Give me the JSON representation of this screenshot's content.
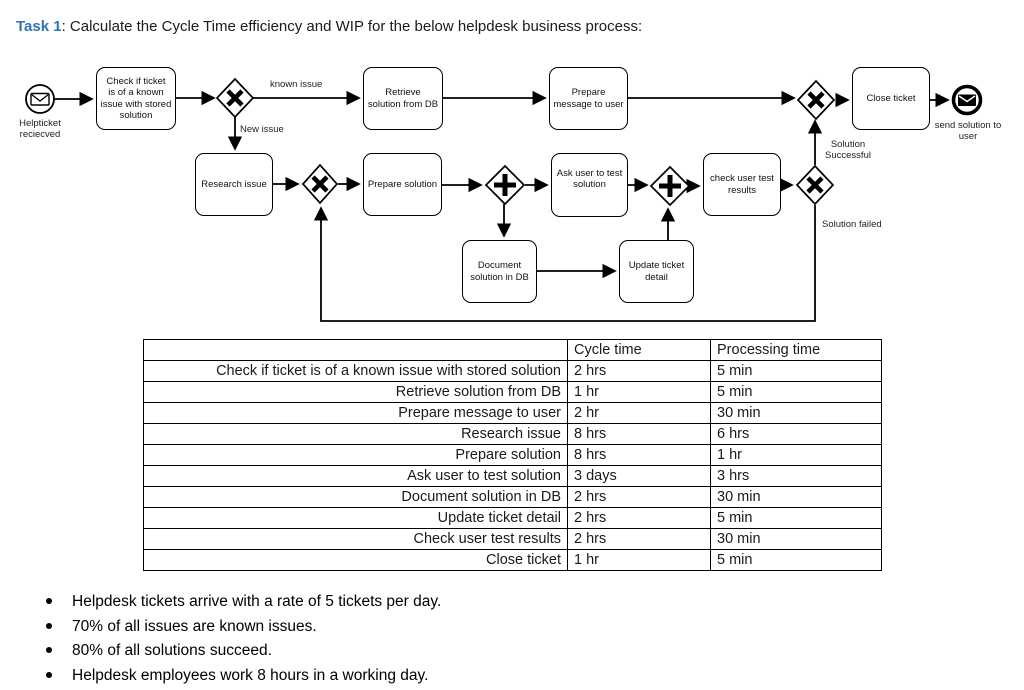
{
  "title": {
    "label": "Task 1",
    "text": ": Calculate the Cycle Time efficiency and WIP for the below helpdesk business process:"
  },
  "colors": {
    "accent_blue": "#2E75B6",
    "diagram_line": "#000000"
  },
  "diagram": {
    "start_event": {
      "label": "Helpticket\nreciecved",
      "icon": "message-envelope"
    },
    "end_event": {
      "label": "send solution to\nuser",
      "icon": "message-envelope-filled"
    },
    "tasks": [
      {
        "label": "Check if ticket\nis of a known\nissue with stored\nsolution"
      },
      {
        "label": "Retrieve\nsolution from DB"
      },
      {
        "label": "Prepare\nmessage to user"
      },
      {
        "label": "Close ticket"
      },
      {
        "label": "Research issue"
      },
      {
        "label": "Prepare solution"
      },
      {
        "label": "Ask user to test\nsolution"
      },
      {
        "label": "check user test\nresults"
      },
      {
        "label": "Document\nsolution in DB"
      },
      {
        "label": "Update ticket\ndetail"
      }
    ],
    "edge_labels": {
      "known_issue": "known issue",
      "new_issue": "New issue",
      "solution_successful": "Solution\nSuccessful",
      "solution_failed": "Solution failed"
    },
    "gateways": [
      {
        "name": "xor-gateway-known-issue",
        "type": "exclusive"
      },
      {
        "name": "xor-gateway-merge-research",
        "type": "exclusive"
      },
      {
        "name": "parallel-gateway-split",
        "type": "parallel"
      },
      {
        "name": "parallel-gateway-join",
        "type": "parallel"
      },
      {
        "name": "xor-gateway-solution-check",
        "type": "exclusive"
      },
      {
        "name": "xor-gateway-merge-close",
        "type": "exclusive"
      }
    ]
  },
  "table": {
    "headers": [
      "",
      "Cycle time",
      "Processing time"
    ],
    "rows": [
      {
        "task": "Check if ticket is of a known issue with stored solution",
        "cycle": "2 hrs",
        "processing": "5 min"
      },
      {
        "task": "Retrieve solution from DB",
        "cycle": "1 hr",
        "processing": "5 min"
      },
      {
        "task": "Prepare message to user",
        "cycle": "2 hr",
        "processing": "30 min"
      },
      {
        "task": "Research issue",
        "cycle": "8 hrs",
        "processing": "6 hrs"
      },
      {
        "task": "Prepare solution",
        "cycle": "8 hrs",
        "processing": "1 hr"
      },
      {
        "task": "Ask user to test solution",
        "cycle": "3 days",
        "processing": "3 hrs"
      },
      {
        "task": "Document solution in DB",
        "cycle": "2 hrs",
        "processing": "30 min"
      },
      {
        "task": "Update ticket detail",
        "cycle": "2 hrs",
        "processing": "5 min"
      },
      {
        "task": "Check user test results",
        "cycle": "2 hrs",
        "processing": "30 min"
      },
      {
        "task": "Close ticket",
        "cycle": "1 hr",
        "processing": "5 min"
      }
    ]
  },
  "bullets": [
    "Helpdesk tickets arrive with a rate of 5 tickets per day.",
    "70% of all issues are known issues.",
    "80% of all solutions succeed.",
    "Helpdesk employees work 8 hours in a working day."
  ]
}
